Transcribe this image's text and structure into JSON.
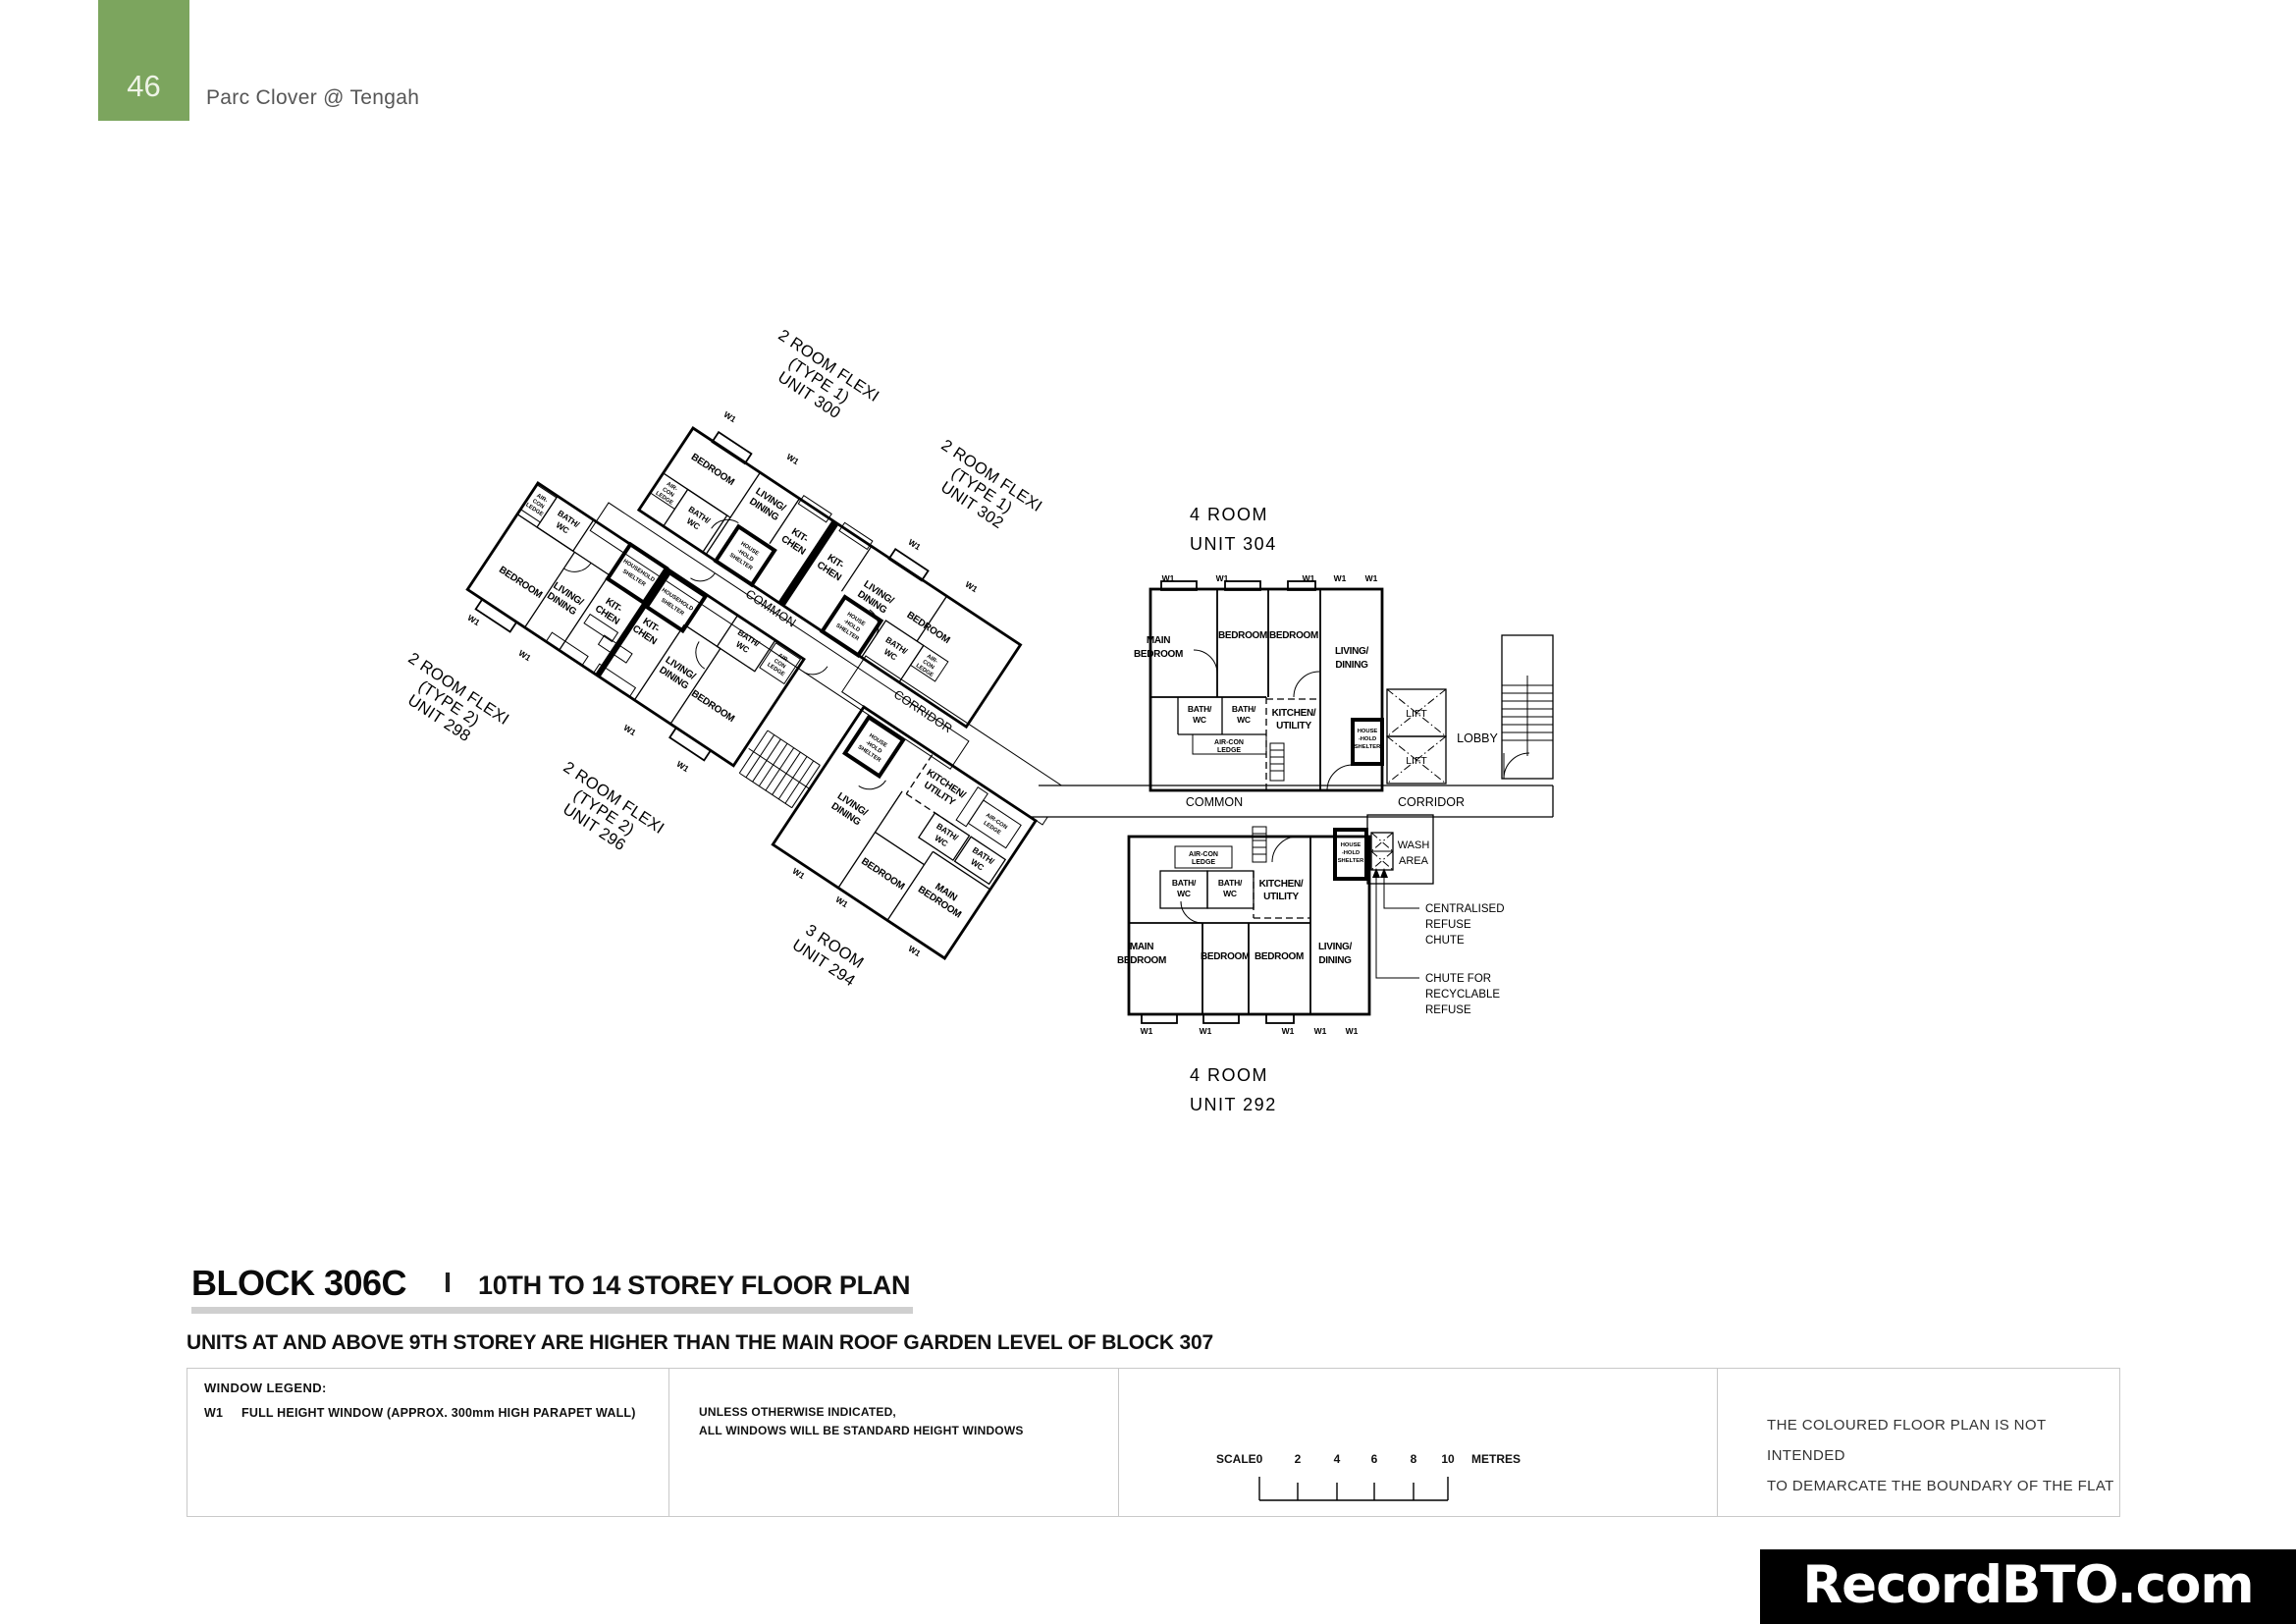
{
  "header": {
    "page_number": "46",
    "project_name": "Parc Clover @ Tengah"
  },
  "title_block": {
    "block": "BLOCK 306C",
    "separator": "I",
    "storey": "10TH TO 14 STOREY FLOOR PLAN",
    "note": "UNITS AT AND ABOVE 9TH STOREY ARE HIGHER THAN THE MAIN ROOF GARDEN LEVEL OF BLOCK 307"
  },
  "legend": {
    "window_title": "WINDOW LEGEND:",
    "w1_code": "W1",
    "w1_desc": "FULL HEIGHT WINDOW (APPROX. 300mm HIGH PARAPET WALL)",
    "note1": "UNLESS OTHERWISE INDICATED,",
    "note2": "ALL WINDOWS WILL BE STANDARD HEIGHT WINDOWS",
    "scale_word": "SCALE",
    "ticks": [
      "0",
      "2",
      "4",
      "6",
      "8",
      "10"
    ],
    "metres": "METRES",
    "boundary1": "THE COLOURED FLOOR PLAN IS NOT INTENDED",
    "boundary2": "TO DEMARCATE THE BOUNDARY OF THE FLAT"
  },
  "rooms": {
    "bedroom": "BEDROOM",
    "main1": "MAIN",
    "main2": "BEDROOM",
    "liv1": "LIVING/",
    "liv2": "DINING",
    "kit1": "KIT-",
    "kit2": "CHEN",
    "ku1": "KITCHEN/",
    "ku2": "UTILITY",
    "bath1": "BATH/",
    "bath2": "WC",
    "ac1": "AIR-CON",
    "ac2": "LEDGE",
    "ac_a": "AIR-",
    "ac_b": "CON",
    "hhs1": "HOUSE",
    "hhs2": "-HOLD",
    "hhs3": "SHELTER",
    "hhsa": "HOUSEHOLD",
    "hhsb": "SHELTER",
    "lift": "LIFT",
    "lobby": "LOBBY",
    "corridor": "CORRIDOR",
    "common": "COMMON",
    "wash1": "WASH",
    "wash2": "AREA",
    "w1": "W1"
  },
  "units": {
    "u300": {
      "l1": "2 ROOM FLEXI",
      "l2": "(TYPE 1)",
      "l3": "UNIT 300"
    },
    "u302": {
      "l1": "2 ROOM FLEXI",
      "l2": "(TYPE 1)",
      "l3": "UNIT 302"
    },
    "u298": {
      "l1": "2 ROOM FLEXI",
      "l2": "(TYPE 2)",
      "l3": "UNIT 298"
    },
    "u296": {
      "l1": "2 ROOM FLEXI",
      "l2": "(TYPE 2)",
      "l3": "UNIT 296"
    },
    "u294": {
      "l1": "3 ROOM",
      "l2": "UNIT 294"
    },
    "u304": {
      "l1": "4 ROOM",
      "l2": "UNIT 304"
    },
    "u292": {
      "l1": "4 ROOM",
      "l2": "UNIT 292"
    }
  },
  "ann": {
    "refuse1": "CENTRALISED",
    "refuse2": "REFUSE",
    "refuse3": "CHUTE",
    "rec1": "CHUTE FOR",
    "rec2": "RECYCLABLE",
    "rec3": "REFUSE"
  },
  "footer": {
    "brand": "RecordBTO.com"
  },
  "colors": {
    "header_green": "#7ca55e",
    "type1_salmon": "#f5a48c",
    "type2_red": "#e0696c",
    "three_room_green": "#8de96e",
    "four_room_yellow": "#f0ef3e",
    "wall": "#000000",
    "brand_bg": "#000000"
  }
}
